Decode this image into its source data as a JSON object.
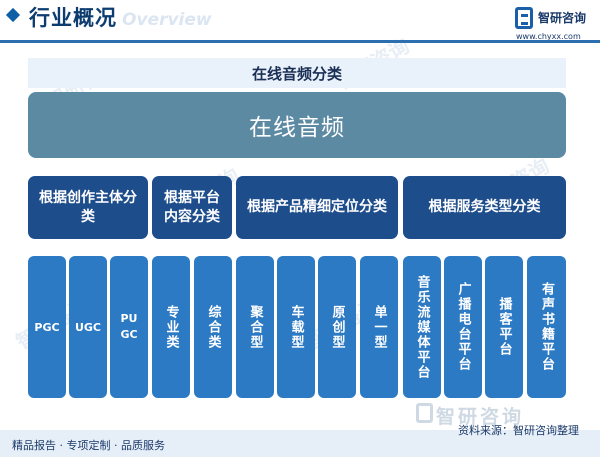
{
  "header": {
    "title": "行业概况",
    "subtitle_en": "Overview",
    "logo_name": "智研咨询",
    "logo_url": "www.chyxx.com"
  },
  "diagram": {
    "title": "在线音频分类",
    "root": "在线音频",
    "categories": [
      {
        "label": "根据创作主体分类",
        "children": [
          "PGC",
          "UGC",
          "PUGC"
        ]
      },
      {
        "label": "根据平台内容分类",
        "children": [
          "专业类",
          "综合类"
        ]
      },
      {
        "label": "根据产品精细定位分类",
        "children": [
          "聚合型",
          "车载型",
          "原创型",
          "单一型"
        ]
      },
      {
        "label": "根据服务类型分类",
        "children": [
          "音乐流媒体平台",
          "广播电台平台",
          "播客平台",
          "有声书籍平台"
        ]
      }
    ]
  },
  "footer": {
    "tagline": "精品报告 · 专项定制 · 品质服务",
    "source": "资料来源：智研咨询整理",
    "watermark_logo": "智研咨询"
  },
  "colors": {
    "root_bar": "#5d8aa3",
    "category": "#1e4d8c",
    "leaf": "#2d7ac4",
    "title_bg": "#e9f1fa"
  }
}
